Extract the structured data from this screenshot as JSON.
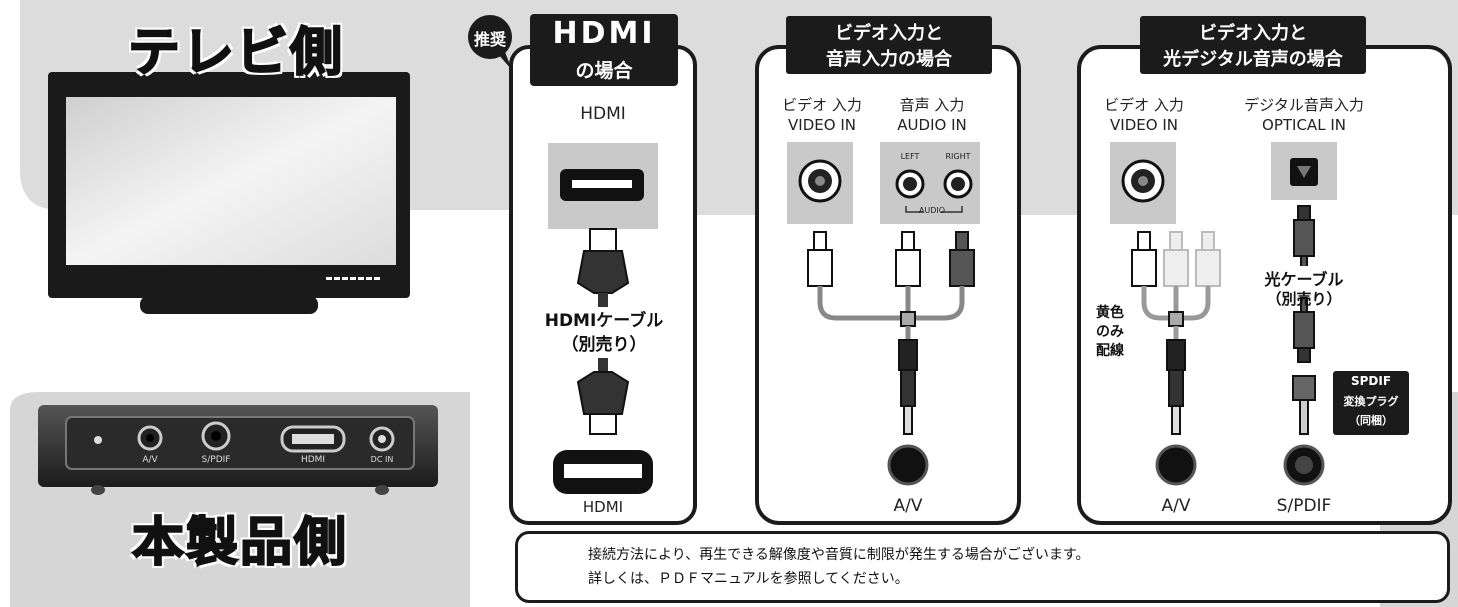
{
  "sides": {
    "tv": "テレビ側",
    "device": "本製品側"
  },
  "device_ports": [
    "A/V",
    "S/PDIF",
    "HDMI",
    "DC IN"
  ],
  "panel_hdmi": {
    "badge": "推奨",
    "logo": "HDMI",
    "title_line2": "の場合",
    "tv_port": "HDMI",
    "cable_label_1": "HDMIケーブル",
    "cable_label_2": "（別売り）",
    "device_port": "HDMI"
  },
  "panel_av": {
    "title_1": "ビデオ入力と",
    "title_2": "音声入力の場合",
    "video_jp": "ビデオ 入力",
    "video_en": "VIDEO IN",
    "audio_jp": "音声 入力",
    "audio_en": "AUDIO IN",
    "left": "LEFT",
    "right": "RIGHT",
    "audio": "AUDIO",
    "device_port": "A/V"
  },
  "panel_optical": {
    "title_1": "ビデオ入力と",
    "title_2": "光デジタル音声の場合",
    "video_jp": "ビデオ 入力",
    "video_en": "VIDEO IN",
    "optical_jp": "デジタル音声入力",
    "optical_en": "OPTICAL IN",
    "yellow_1": "黄色",
    "yellow_2": "のみ",
    "yellow_3": "配線",
    "optical_cable_1": "光ケーブル",
    "optical_cable_2": "（別売り）",
    "spdif_1": "SPDIF",
    "spdif_2": "変換プラグ",
    "spdif_3": "（同梱）",
    "device_port_av": "A/V",
    "device_port_spdif": "S/PDIF"
  },
  "notice": {
    "line1": "接続方法により、再生できる解像度や音質に制限が発生する場合がございます。",
    "line2": "詳しくは、ＰＤＦマニュアルを参照してください。"
  },
  "colors": {
    "band": "#d8d8d8",
    "dark": "#1b1b1b",
    "screen": "#e8e8e8",
    "port_bg": "#c9c9c9"
  }
}
